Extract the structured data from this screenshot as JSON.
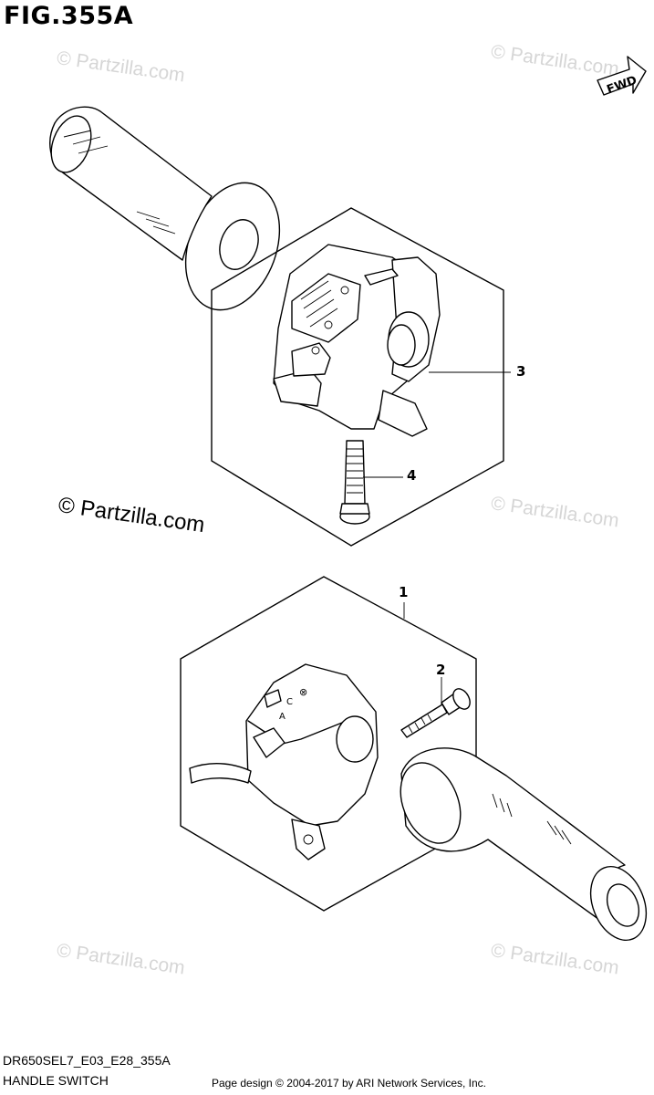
{
  "figure": {
    "title": "FIG.355A"
  },
  "orientation": {
    "label": "FWD"
  },
  "watermarks": {
    "small": "© Partzilla.com",
    "large": "© Partzilla.com"
  },
  "callouts": [
    {
      "id": "1",
      "label": "1"
    },
    {
      "id": "2",
      "label": "2"
    },
    {
      "id": "3",
      "label": "3"
    },
    {
      "id": "4",
      "label": "4"
    }
  ],
  "switch_markings": {
    "right_top": "C",
    "right_mid": "A",
    "right_stop": "⊗"
  },
  "footer": {
    "model_code": "DR650SEL7_E03_E28_355A",
    "section_name": "HANDLE SWITCH",
    "copyright": "Page design © 2004-2017 by ARI Network Services, Inc."
  }
}
